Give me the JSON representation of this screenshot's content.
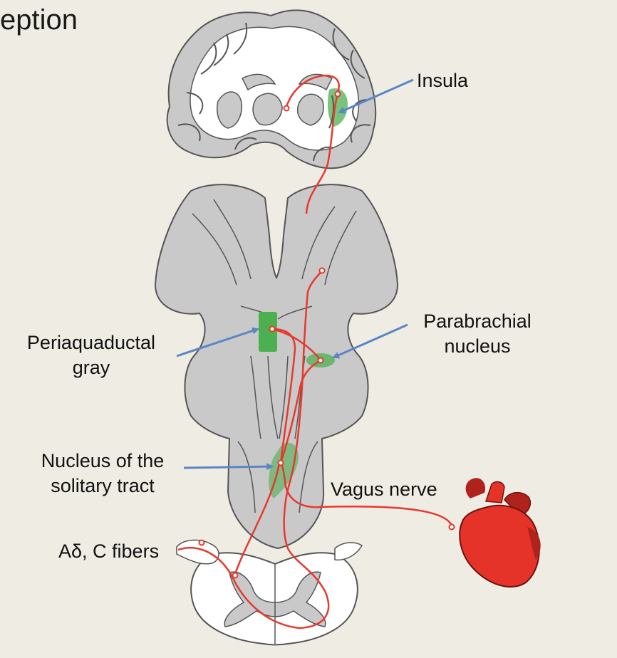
{
  "title": "eption",
  "labels": {
    "insula": "Insula",
    "pag_line1": "Periaquaductal",
    "pag_line2": "gray",
    "pbn_line1": "Parabrachial",
    "pbn_line2": "nucleus",
    "nts_line1": "Nucleus of the",
    "nts_line2": "solitary tract",
    "vagus": "Vagus nerve",
    "fibers": "Aδ, C fibers"
  },
  "colors": {
    "background": "#efece4",
    "tissue": "#c9c9c9",
    "outline": "#555555",
    "nucleus_green": "#4caf50",
    "pathway_red": "#e8382f",
    "arrow_blue": "#5b86c5",
    "heart_red": "#e63329"
  }
}
